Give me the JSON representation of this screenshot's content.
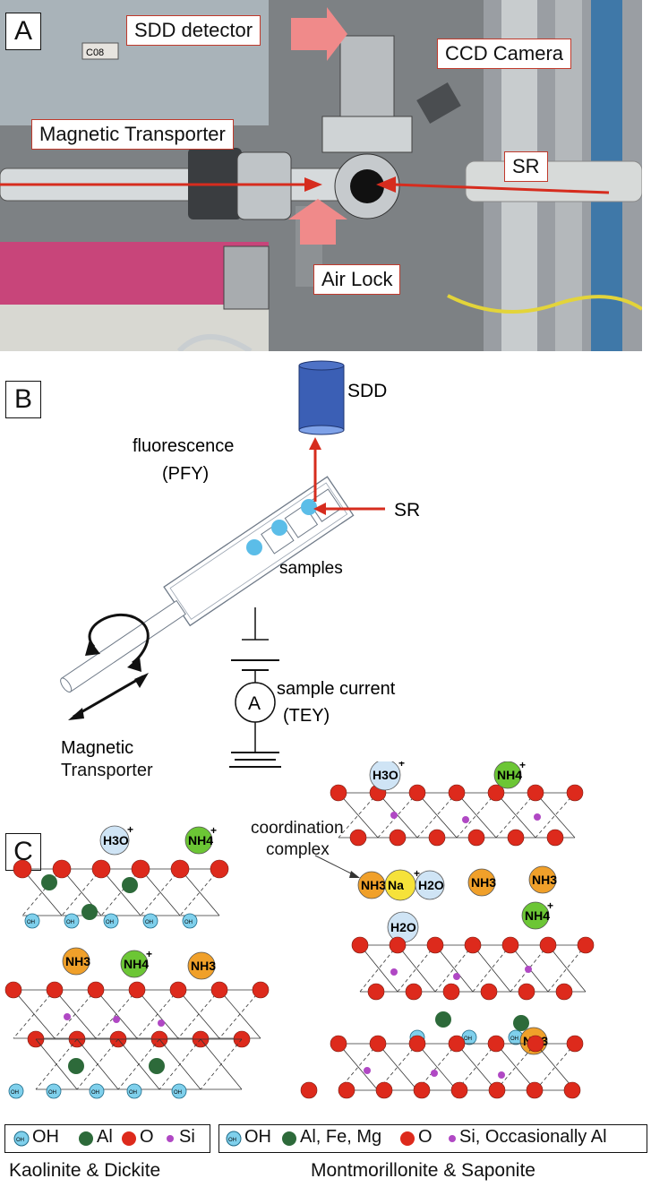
{
  "panels": {
    "a": "A",
    "b": "B",
    "c": "C"
  },
  "photo_callouts": {
    "sdd_detector": "SDD detector",
    "ccd_camera": "CCD Camera",
    "magnetic_transporter": "Magnetic Transporter",
    "sr": "SR",
    "air_lock": "Air Lock",
    "tag": "C08"
  },
  "schematic": {
    "sdd": "SDD",
    "fluorescence": "fluorescence",
    "pfy": "(PFY)",
    "sr": "SR",
    "samples": "samples",
    "sample_current": "sample current",
    "tey": "(TEY)",
    "ammeter": "A",
    "transporter_line1": "Magnetic",
    "transporter_line2": "Transporter"
  },
  "structures": {
    "coordination_line1": "coordination",
    "coordination_line2": "complex",
    "kaolinite_name": "Kaolinite & Dickite",
    "montmorillonite_name": "Montmorillonite & Saponite",
    "legend_left": {
      "oh": "OH",
      "al": "Al",
      "o": "O",
      "si": "Si"
    },
    "legend_right": {
      "oh": "OH",
      "al": "Al, Fe, Mg",
      "o": "O",
      "si": "Si, Occasionally Al"
    },
    "molecule_labels": {
      "h3o": "H3O",
      "nh4": "NH4",
      "nh3": "NH3",
      "na": "Na",
      "h2o": "H2O",
      "plus": "+",
      "oh_small": "OH"
    }
  },
  "colors": {
    "arrow_red": "#d62c1e",
    "callout_arrow_pink": "#f08a8a",
    "sdd_blue": "#3b5fb5",
    "sample_blue": "#5bbde8",
    "oxygen_red": "#dd2a1c",
    "aluminum_green": "#2d6a3a",
    "silicon_purple": "#b048c4",
    "oh_cyan": "#7fd0ec",
    "nh3_orange": "#f0a02a",
    "nh4_green": "#6cc635",
    "h3o_lightblue": "#cfe4f5",
    "na_yellow": "#f6e23a"
  }
}
